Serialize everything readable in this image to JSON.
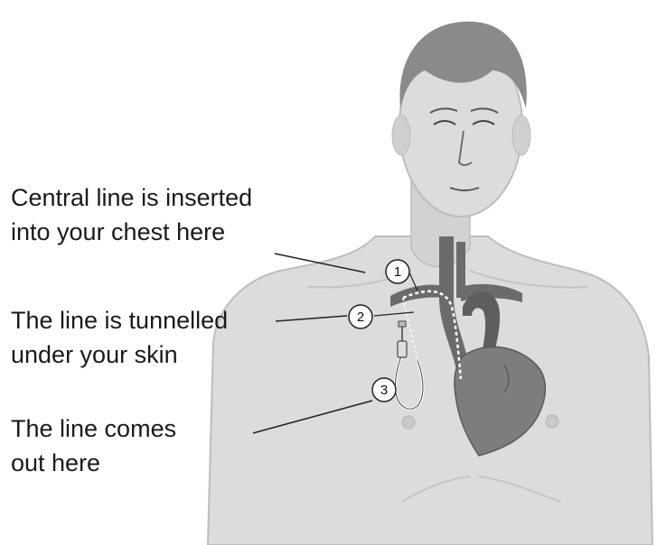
{
  "labels": [
    {
      "line1": "Central line is inserted",
      "line2": "into your chest here"
    },
    {
      "line1": "The line is tunnelled",
      "line2": "under your skin"
    },
    {
      "line1": "The line comes",
      "line2": "out here"
    }
  ],
  "markers": [
    "1",
    "2",
    "3"
  ],
  "colors": {
    "skin": "#dcdcdc",
    "skin_outline": "#bdbdbd",
    "hair": "#8a8a8a",
    "vessel": "#6b6b6b",
    "heart": "#7d7d7d",
    "text": "#1a1a1a"
  }
}
